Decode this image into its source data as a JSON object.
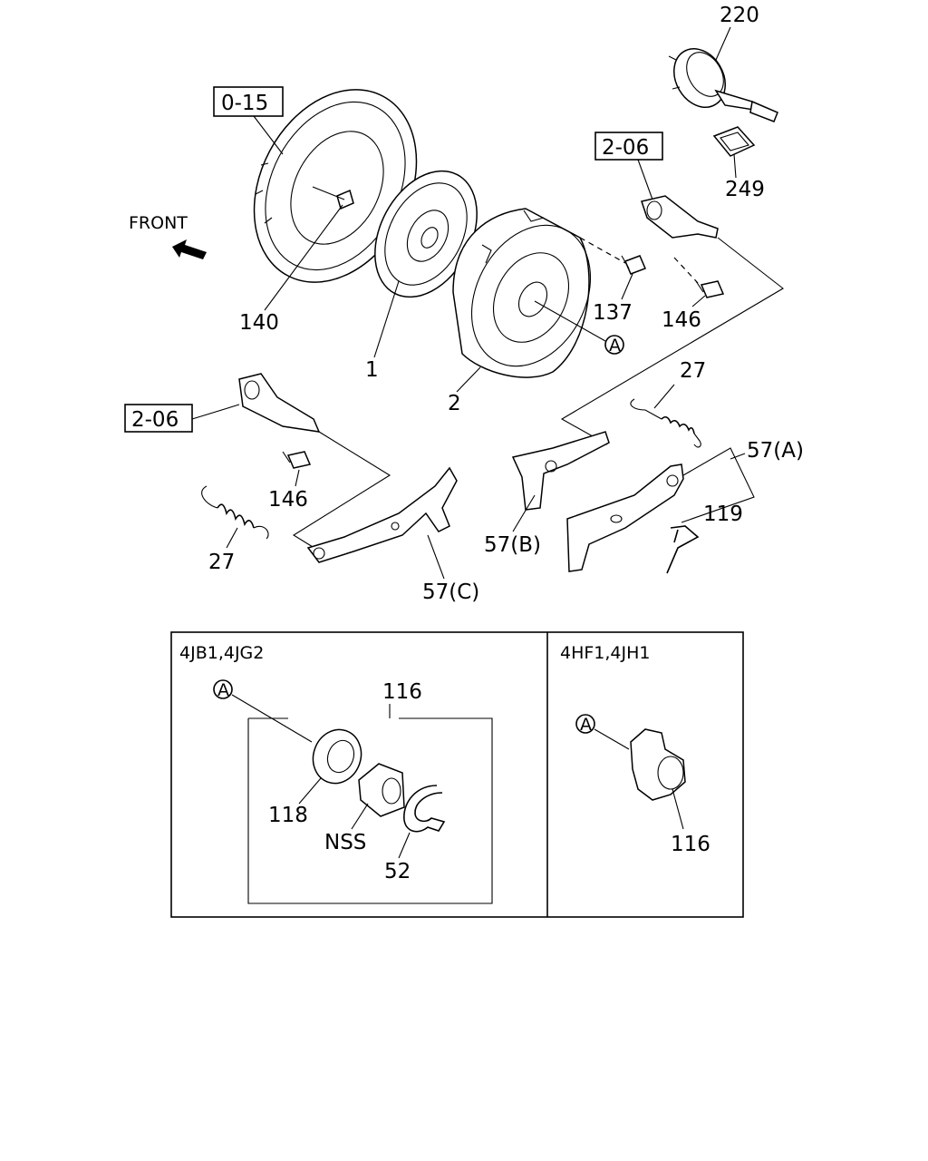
{
  "labels": {
    "ref_0_15": "0-15",
    "ref_2_06_top": "2-06",
    "ref_2_06_left": "2-06",
    "front": "FRONT",
    "p220": "220",
    "p249": "249",
    "p140": "140",
    "p1": "1",
    "p2": "2",
    "p137": "137",
    "p146_right": "146",
    "p146_left": "146",
    "circle_a_main": "A",
    "p27_right": "27",
    "p27_left": "27",
    "p57a": "57(A)",
    "p57b": "57(B)",
    "p57c": "57(C)",
    "p119": "119"
  },
  "inset": {
    "left_title": "4JB1,4JG2",
    "right_title": "4HF1,4JH1",
    "left_circle_a": "A",
    "right_circle_a": "A",
    "p116_left": "116",
    "p116_right": "116",
    "p118": "118",
    "nss": "NSS",
    "p52": "52"
  }
}
